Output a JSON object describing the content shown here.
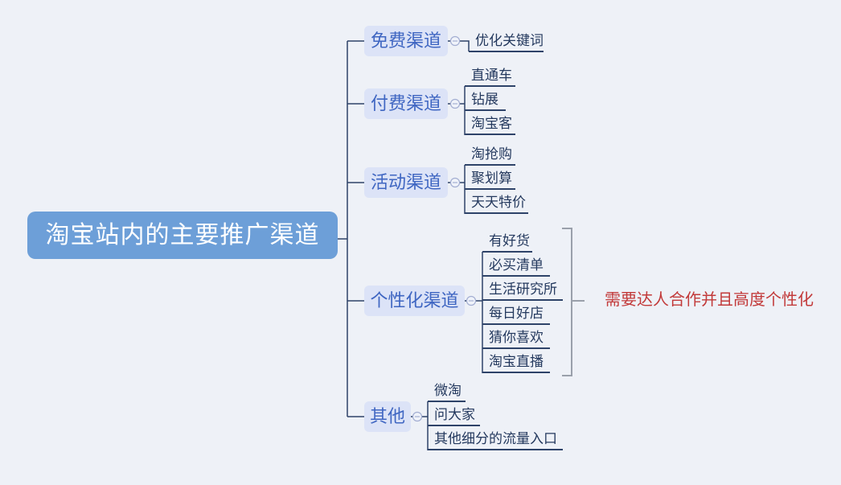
{
  "diagram": {
    "type": "mindmap",
    "root": {
      "label": "淘宝站内的主要推广渠道"
    },
    "branches": [
      {
        "label": "免费渠道",
        "children": [
          "优化关键词"
        ]
      },
      {
        "label": "付费渠道",
        "children": [
          "直通车",
          "钻展",
          "淘宝客"
        ]
      },
      {
        "label": "活动渠道",
        "children": [
          "淘抢购",
          "聚划算",
          "天天特价"
        ]
      },
      {
        "label": "个性化渠道",
        "children": [
          "有好货",
          "必买清单",
          "生活研究所",
          "每日好店",
          "猜你喜欢",
          "淘宝直播"
        ],
        "note": "需要达人合作并且高度个性化"
      },
      {
        "label": "其他",
        "children": [
          "微淘",
          "问大家",
          "其他细分的流量入口"
        ]
      }
    ],
    "colors": {
      "background": "#eef1f7",
      "root_fill": "#6d9fd8",
      "root_text": "#ffffff",
      "branch_fill": "#dce3f7",
      "branch_text": "#3f66c2",
      "child_text": "#24395e",
      "connector": "#2e4369",
      "bracket": "#9aa0ab",
      "note_text": "#c23a3a"
    }
  }
}
